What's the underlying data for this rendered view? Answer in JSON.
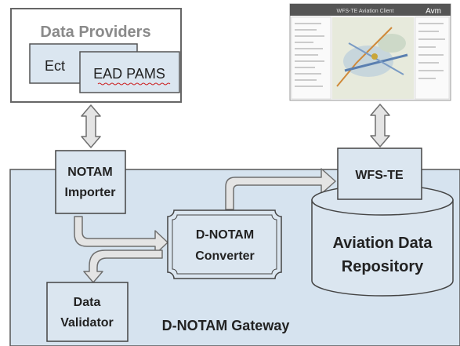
{
  "providers": {
    "title": "Data Providers",
    "box_back_label": "Ect",
    "box_front_label": "EAD PAMS"
  },
  "gateway": {
    "label": "D-NOTAM Gateway"
  },
  "importer": {
    "line1": "NOTAM",
    "line2": "Importer"
  },
  "converter": {
    "line1": "D-NOTAM",
    "line2": "Converter"
  },
  "validator": {
    "line1": "Data",
    "line2": "Validator"
  },
  "wfs": {
    "label": "WFS-TE"
  },
  "repository": {
    "line1": "Aviation Data",
    "line2": "Repository"
  },
  "screenshot": {
    "title": "WFS-TE Aviation Client",
    "brand": "Avm"
  },
  "colors": {
    "gateway_fill": "#d6e3ef",
    "box_fill": "#dbe6f0",
    "stroke": "#444444",
    "title_gray": "#8a8a8a",
    "arrow_fill": "#e4e4e4",
    "arrow_stroke": "#6f6f6f"
  }
}
